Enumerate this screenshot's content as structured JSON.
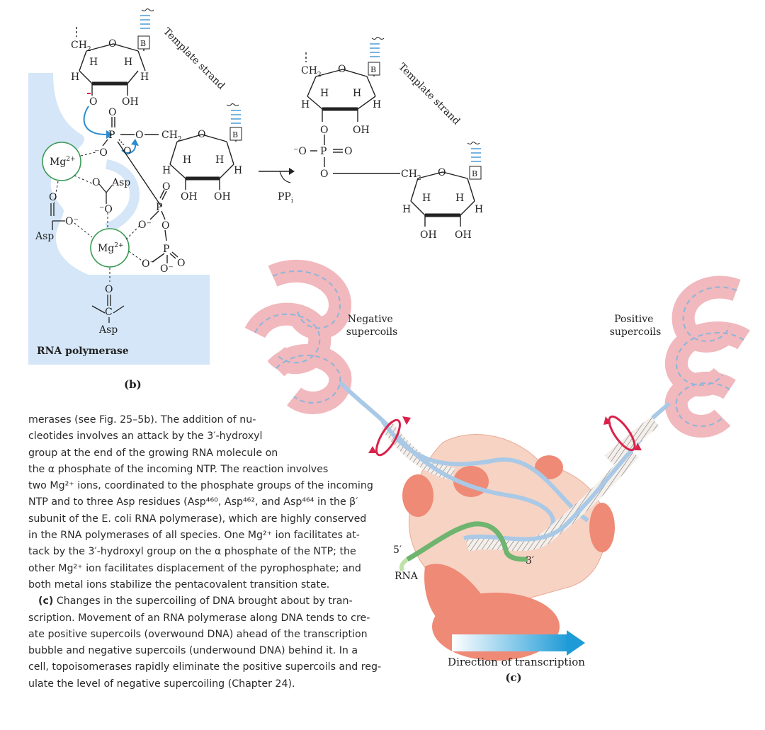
{
  "panel_b": {
    "label": "(b)",
    "enzyme_label": "RNA polymerase",
    "template_strand_label": "Template strand",
    "pyrophosphate": "PP",
    "pyrophosphate_sub": "i",
    "base": "B",
    "ch2": "CH",
    "ch2_sub": "2",
    "O": "O",
    "H": "H",
    "OH": "OH",
    "P": "P",
    "Asp": "Asp",
    "Mg": "Mg",
    "Mg_charge": "2+",
    "C": "C"
  },
  "panel_c": {
    "label": "(c)",
    "negative_supercoils_line1": "Negative",
    "negative_supercoils_line2": "supercoils",
    "positive_supercoils_line1": "Positive",
    "positive_supercoils_line2": "supercoils",
    "rna_label": "RNA",
    "five_prime": "5′",
    "three_prime": "3′",
    "direction_label": "Direction of transcription"
  },
  "body_text": {
    "p1_l1": "merases (see Fig. 25–5b). The addition of nu-",
    "p1_l2": "cleotides involves an attack by the 3′-hydroxyl",
    "p1_l3": "group at the end of the growing RNA molecule on",
    "p1_l4": "the α phosphate of the incoming NTP. The reaction involves",
    "p1_l5": "two Mg²⁺ ions, coordinated to the phosphate groups of the incoming",
    "p1_l6": "NTP and to three Asp residues (Asp⁴⁶⁰, Asp⁴⁶², and Asp⁴⁶⁴ in the β′",
    "p1_l7": "subunit of the E. coli RNA polymerase), which are highly conserved",
    "p1_l8": "in the RNA polymerases of all species. One Mg²⁺ ion facilitates at-",
    "p1_l9": "tack by the 3′-hydroxyl group on the α phosphate of the NTP; the",
    "p1_l10": "other Mg²⁺ ion facilitates displacement of the pyrophosphate; and",
    "p1_l11": "both metal ions stabilize the pentacovalent transition state.",
    "p2_bold": "(c)",
    "p2_l1": " Changes in the supercoiling of DNA brought about by tran-",
    "p2_l2": "scription. Movement of an RNA polymerase along DNA tends to cre-",
    "p2_l3": "ate positive supercoils (overwound DNA) ahead of the transcription",
    "p2_l4": "bubble and negative supercoils (underwound DNA) behind it. In a",
    "p2_l5": "cell, topoisomerases rapidly eliminate the positive supercoils and reg-",
    "p2_l6": "ulate the level of negative supercoiling (Chapter 24)."
  },
  "colors": {
    "enzyme_fill": "#d4e6f7",
    "mg_circle": "#3a9a55",
    "arrow_blue": "#2b8ccf",
    "polymerase_light": "#f7d3c4",
    "polymerase_dark": "#ee8a76",
    "supercoil_pink": "#f1b8bd",
    "dna_blue": "#a9c9e6",
    "rna_green": "#6fb46f",
    "red_marker": "#d9234a",
    "direction_arrow": "#1e9bd7"
  }
}
